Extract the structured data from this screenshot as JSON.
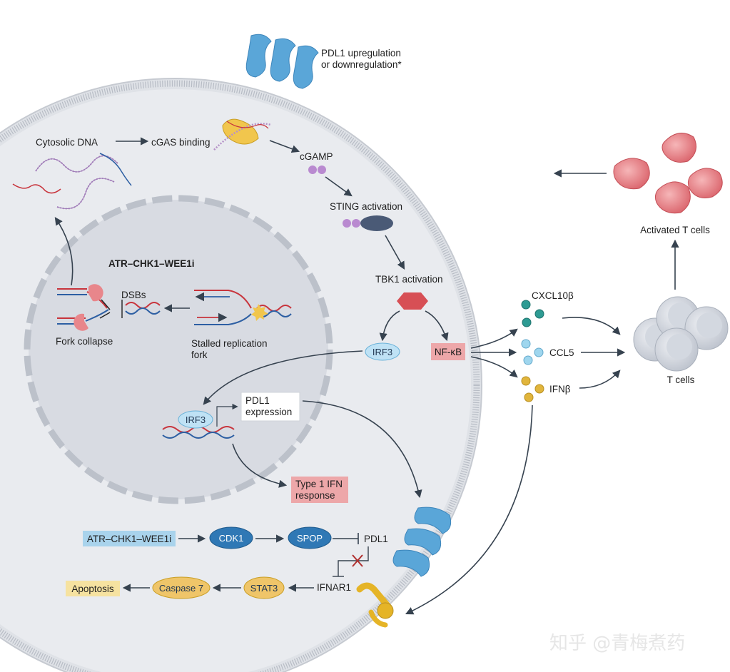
{
  "colors": {
    "cell_fill": "#e9ebef",
    "nucleus_fill": "#d9dce3",
    "membrane": "#bfc4cc",
    "arrow": "#36424f",
    "red_box": "#eda7a9",
    "blue_box": "#a9d3ec",
    "yellow_box": "#f6e2a0",
    "light_pill": "#bfe2f5",
    "dark_pill": "#2f78b5",
    "orange_pill": "#efc569",
    "pdl1_protein": "#5aa6d8",
    "t_cell": "#cfd4dc",
    "activated_t_cell": "#e8868b",
    "dna_red": "#c8343c",
    "dna_blue": "#2d5fa3",
    "cgamp": "#b98ad0",
    "sting": "#4a5a76",
    "tbk1": "#d74f55",
    "cytokine_teal": "#2e9b93",
    "cytokine_lightblue": "#9fd6ee",
    "cytokine_yellow": "#e1b53c",
    "cgas": "#f1c64d",
    "ifnar1": "#e5b427"
  },
  "labels": {
    "pdl1_regulation_1": "PDL1 upregulation",
    "pdl1_regulation_2": "or downregulation*",
    "cytosolic_dna": "Cytosolic DNA",
    "cgas_binding": "cGAS binding",
    "cgamp": "cGAMP",
    "sting_activation": "STING activation",
    "tbk1_activation": "TBK1 activation",
    "irf3": "IRF3",
    "nfkb": "NF-κB",
    "atr_inhibitor": "ATR–CHK1–WEE1i",
    "dsbs": "DSBs",
    "fork_collapse": "Fork collapse",
    "stalled_fork_1": "Stalled replication",
    "stalled_fork_2": "fork",
    "irf3_nuclear": "IRF3",
    "pdl1_expression_1": "PDL1",
    "pdl1_expression_2": "expression",
    "type1_ifn_1": "Type 1 IFN",
    "type1_ifn_2": "response",
    "cxcl10b": "CXCL10β",
    "ccl5": "CCL5",
    "ifnb": "IFNβ",
    "t_cells": "T cells",
    "activated_t_cells": "Activated T cells",
    "atr_inhibitor_box": "ATR–CHK1–WEE1i",
    "cdk1": "CDK1",
    "spop": "SPOP",
    "pdl1": "PDL1",
    "ifnar1": "IFNAR1",
    "stat3": "STAT3",
    "caspase7": "Caspase 7",
    "apoptosis": "Apoptosis",
    "watermark": "知乎 @青梅煮药"
  },
  "icons": [
    "pdl1-protein-icon",
    "cgas-icon",
    "cgamp-icon",
    "sting-icon",
    "tbk1-icon",
    "dna-helix-icon",
    "replication-fork-icon",
    "t-cell-icon",
    "activated-t-cell-icon",
    "cytokine-dot-icon",
    "ifnar1-receptor-icon",
    "inhibition-cross-icon"
  ]
}
